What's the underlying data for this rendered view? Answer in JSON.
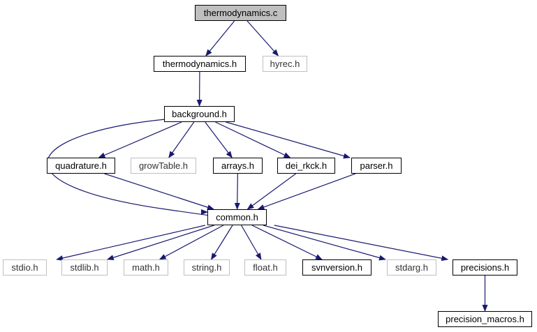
{
  "graph": {
    "nodes": {
      "thermodynamics_c": {
        "label": "thermodynamics.c",
        "style": "root"
      },
      "thermodynamics_h": {
        "label": "thermodynamics.h",
        "style": "normal"
      },
      "hyrec_h": {
        "label": "hyrec.h",
        "style": "muted"
      },
      "background_h": {
        "label": "background.h",
        "style": "normal"
      },
      "quadrature_h": {
        "label": "quadrature.h",
        "style": "normal"
      },
      "growtable_h": {
        "label": "growTable.h",
        "style": "muted"
      },
      "arrays_h": {
        "label": "arrays.h",
        "style": "normal"
      },
      "dei_rkck_h": {
        "label": "dei_rkck.h",
        "style": "normal"
      },
      "parser_h": {
        "label": "parser.h",
        "style": "normal"
      },
      "common_h": {
        "label": "common.h",
        "style": "normal"
      },
      "stdio_h": {
        "label": "stdio.h",
        "style": "muted"
      },
      "stdlib_h": {
        "label": "stdlib.h",
        "style": "muted"
      },
      "math_h": {
        "label": "math.h",
        "style": "muted"
      },
      "string_h": {
        "label": "string.h",
        "style": "muted"
      },
      "float_h": {
        "label": "float.h",
        "style": "muted"
      },
      "svnversion_h": {
        "label": "svnversion.h",
        "style": "normal"
      },
      "stdarg_h": {
        "label": "stdarg.h",
        "style": "muted"
      },
      "precisions_h": {
        "label": "precisions.h",
        "style": "normal"
      },
      "precision_macros_h": {
        "label": "precision_macros.h",
        "style": "normal"
      }
    },
    "edges": [
      [
        "thermodynamics_c",
        "thermodynamics_h"
      ],
      [
        "thermodynamics_c",
        "hyrec_h"
      ],
      [
        "thermodynamics_h",
        "background_h"
      ],
      [
        "background_h",
        "quadrature_h"
      ],
      [
        "background_h",
        "growtable_h"
      ],
      [
        "background_h",
        "arrays_h"
      ],
      [
        "background_h",
        "dei_rkck_h"
      ],
      [
        "background_h",
        "parser_h"
      ],
      [
        "background_h",
        "common_h"
      ],
      [
        "quadrature_h",
        "common_h"
      ],
      [
        "arrays_h",
        "common_h"
      ],
      [
        "dei_rkck_h",
        "common_h"
      ],
      [
        "parser_h",
        "common_h"
      ],
      [
        "common_h",
        "stdio_h"
      ],
      [
        "common_h",
        "stdlib_h"
      ],
      [
        "common_h",
        "math_h"
      ],
      [
        "common_h",
        "string_h"
      ],
      [
        "common_h",
        "float_h"
      ],
      [
        "common_h",
        "svnversion_h"
      ],
      [
        "common_h",
        "stdarg_h"
      ],
      [
        "common_h",
        "precisions_h"
      ],
      [
        "precisions_h",
        "precision_macros_h"
      ]
    ]
  },
  "colors": {
    "edge": "#191970",
    "node_border": "#000000",
    "muted_border": "#bfbfbf",
    "root_fill": "#bfbfbf"
  }
}
